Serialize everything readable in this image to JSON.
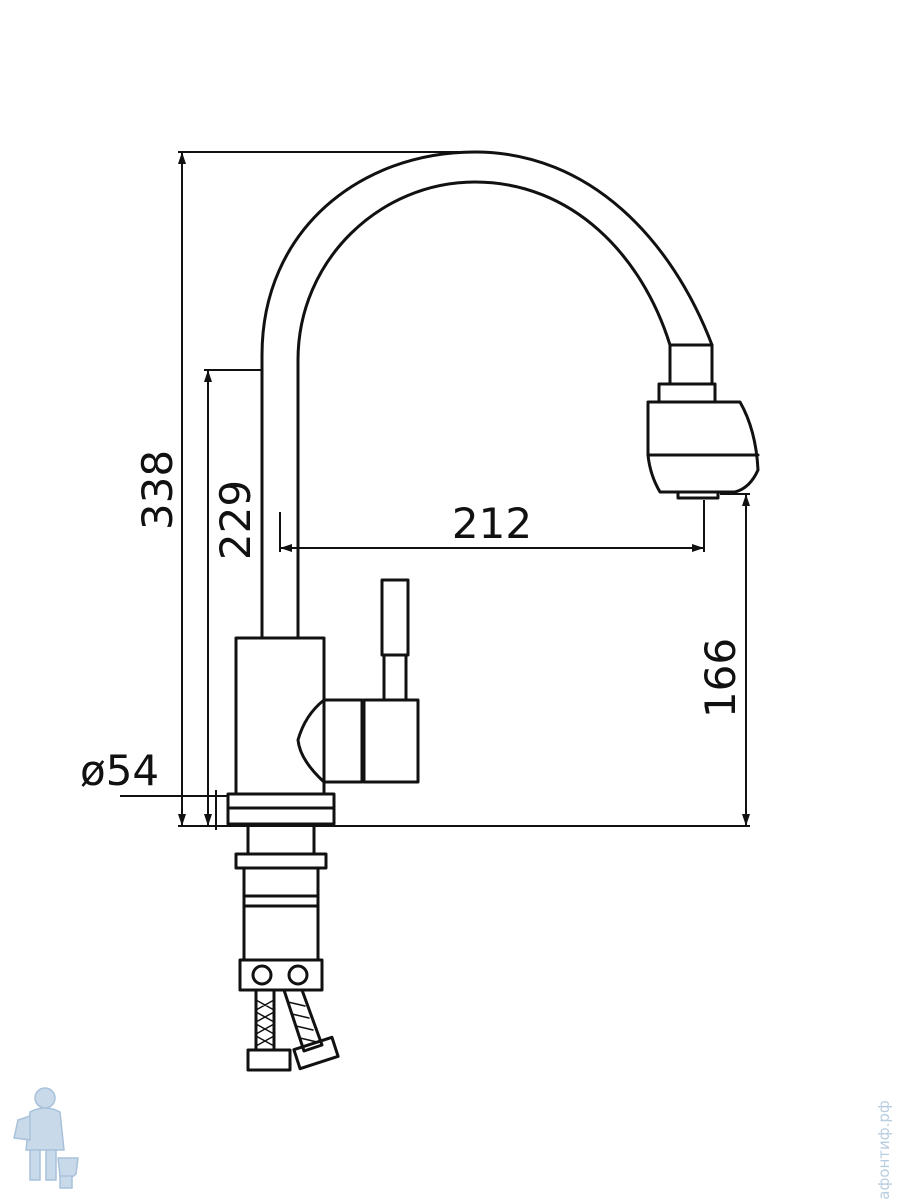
{
  "dimensions": {
    "total_height": "338",
    "spout_height": "229",
    "reach": "212",
    "outlet_height": "166",
    "base_diameter": "ø54"
  },
  "watermark": {
    "text": "афонтиф.рф",
    "icon": "plumber-mascot-icon"
  },
  "colors": {
    "line": "#111111",
    "watermark": "#b9cde0"
  }
}
